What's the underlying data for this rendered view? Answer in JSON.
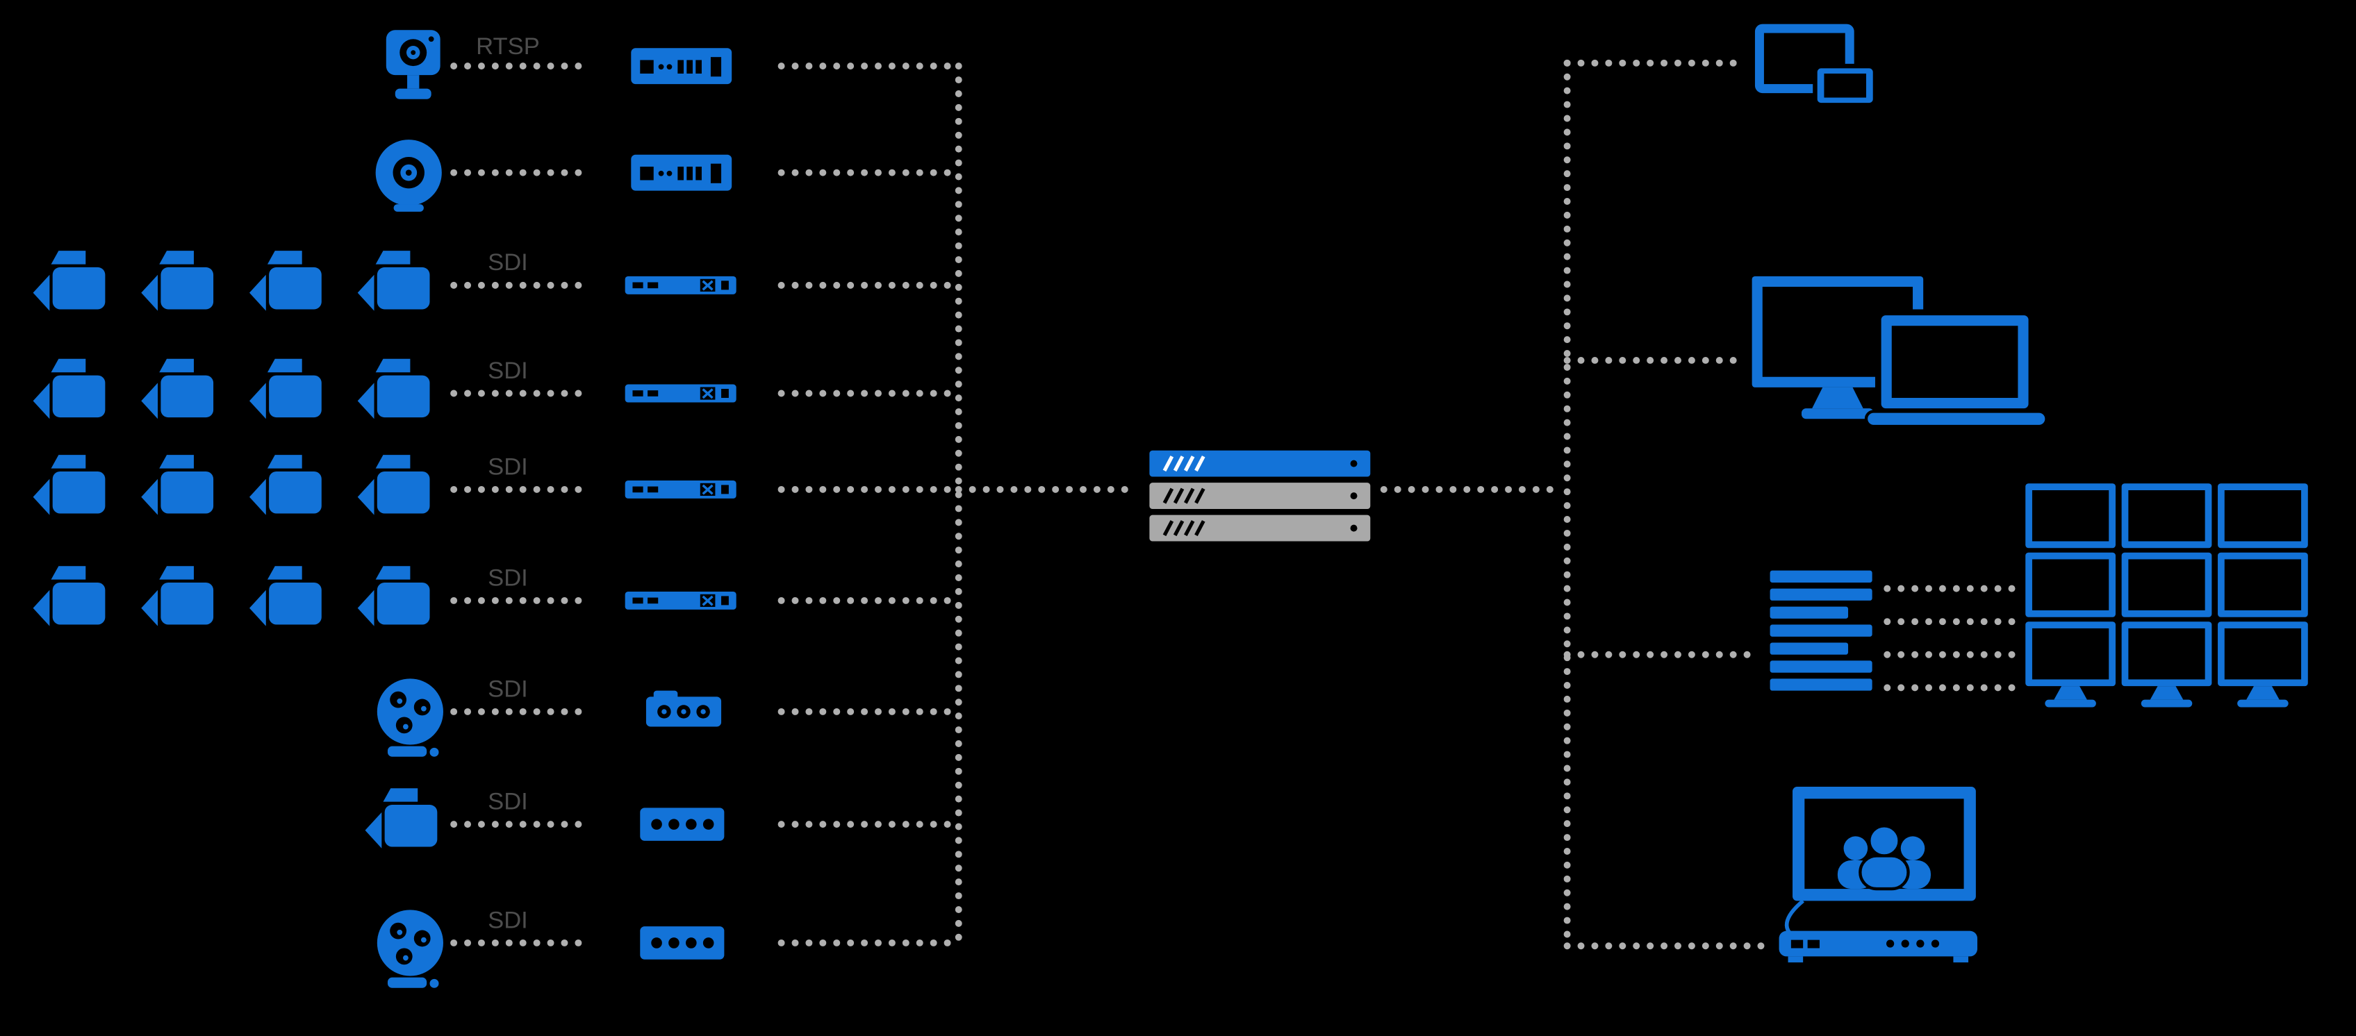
{
  "labels": {
    "rtsp": "RTSP",
    "sdi": "SDI"
  },
  "colors": {
    "background": "#000000",
    "accent": "#1373d8",
    "dots": "#b0b0b0",
    "label_text": "#4d4d4d",
    "server_gray": "#a9a9a9"
  },
  "sources": [
    {
      "icon": "ip-camera-icon",
      "protocol_label": "RTSP"
    },
    {
      "icon": "webcam-icon",
      "protocol_label": ""
    },
    {
      "icon": "camcorder-icon-group",
      "camera_count": 4,
      "protocol_label": "SDI"
    },
    {
      "icon": "camcorder-icon-group",
      "camera_count": 4,
      "protocol_label": "SDI"
    },
    {
      "icon": "camcorder-icon-group",
      "camera_count": 4,
      "protocol_label": "SDI"
    },
    {
      "icon": "camcorder-icon-group",
      "camera_count": 4,
      "protocol_label": "SDI"
    },
    {
      "icon": "ptz-dome-camera-icon",
      "protocol_label": "SDI"
    },
    {
      "icon": "camcorder-icon",
      "protocol_label": "SDI"
    },
    {
      "icon": "ptz-dome-camera-icon",
      "protocol_label": "SDI"
    }
  ],
  "encoders": [
    "encoder-appliance-icon",
    "encoder-appliance-icon",
    "rack-encoder-icon",
    "rack-encoder-icon",
    "rack-encoder-icon",
    "rack-encoder-icon",
    "capture-box-icon",
    "quad-input-box-icon",
    "quad-input-box-icon"
  ],
  "core": {
    "icon": "media-server-stack-icon",
    "rack_units": 3
  },
  "outputs": [
    {
      "icon": "tablet-and-phone-icon"
    },
    {
      "icon": "desktop-and-laptop-icon"
    },
    {
      "icon": "decoder-stack-icon",
      "feeds": {
        "icon": "video-wall-icon",
        "rows": 3,
        "cols": 3,
        "link_lines": 4
      }
    },
    {
      "icon": "video-conference-icon"
    }
  ]
}
